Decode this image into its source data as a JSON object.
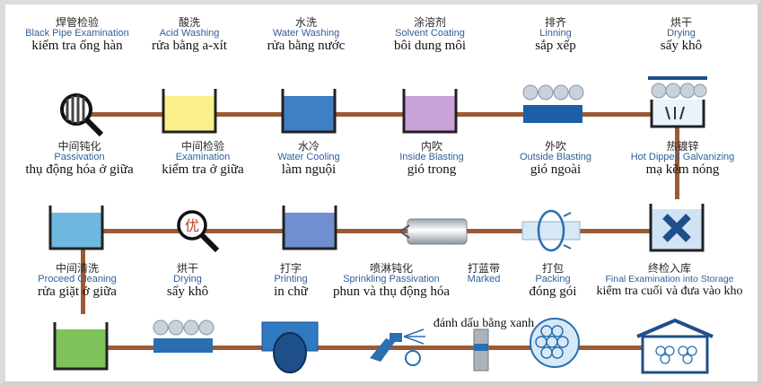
{
  "steps": [
    {
      "id": "black-pipe-examination",
      "cn": "焊管检验",
      "en": "Black Pipe Examination",
      "vi": "kiểm tra ống hàn",
      "icon": "magnifier-pipe-icon"
    },
    {
      "id": "acid-washing",
      "cn": "酸洗",
      "en": "Acid Washing",
      "vi": "rửa bằng a-xít",
      "icon": "acid-tank-icon"
    },
    {
      "id": "water-washing",
      "cn": "水洗",
      "en": "Water Washing",
      "vi": "rửa bằng nước",
      "icon": "water-tank-icon"
    },
    {
      "id": "solvent-coating",
      "cn": "涂溶剂",
      "en": "Solvent Coating",
      "vi": "bôi dung môi",
      "icon": "solvent-tank-icon"
    },
    {
      "id": "lining",
      "cn": "排齐",
      "en": "Linning",
      "vi": "sắp xếp",
      "icon": "pipe-rack-icon"
    },
    {
      "id": "drying-top",
      "cn": "烘干",
      "en": "Drying",
      "vi": "sấy khô",
      "icon": "dryer-icon"
    },
    {
      "id": "passivation",
      "cn": "中间钝化",
      "en": "Passivation",
      "vi": "thụ động hóa ở giữa",
      "icon": "passivation-tank-icon"
    },
    {
      "id": "examination-mid",
      "cn": "中间检验",
      "en": "Examination",
      "vi": "kiểm tra ở giữa",
      "icon": "magnifier-quality-icon",
      "badge": "优"
    },
    {
      "id": "water-cooling",
      "cn": "水冷",
      "en": "Water  Cooling",
      "vi": "làm nguội",
      "icon": "cooling-tank-icon"
    },
    {
      "id": "inside-blasting",
      "cn": "内吹",
      "en": "Inside Blasting",
      "vi": "gió trong",
      "icon": "inside-blast-pipe-icon"
    },
    {
      "id": "outside-blasting",
      "cn": "外吹",
      "en": "Outside Blasting",
      "vi": "gió ngoài",
      "icon": "outside-blast-ring-icon"
    },
    {
      "id": "hot-dipped-galvanizing",
      "cn": "热镀锌",
      "en": "Hot Dipped Galvanizing",
      "vi": "mạ kẽm nóng",
      "icon": "zinc-bath-icon"
    },
    {
      "id": "proceed-cleaning",
      "cn": "中间清洗",
      "en": "Proceed Cleaning",
      "vi": "rửa giặt ở giữa",
      "icon": "cleaning-tank-icon"
    },
    {
      "id": "drying-bottom",
      "cn": "烘干",
      "en": "Drying",
      "vi": "sấy khô",
      "icon": "drying-rack-icon"
    },
    {
      "id": "printing",
      "cn": "打字",
      "en": "Printing",
      "vi": "in chữ",
      "icon": "printer-icon"
    },
    {
      "id": "sprinkling-passivation",
      "cn": "喷淋钝化",
      "en": "Sprinkling Passivation",
      "vi": "phun và thụ động hóa",
      "icon": "spray-gun-icon"
    },
    {
      "id": "marked",
      "cn": "打蓝带",
      "en": "Marked",
      "vi": "đánh dấu bằng xanh",
      "icon": "marker-band-icon"
    },
    {
      "id": "packing",
      "cn": "打包",
      "en": "Packing",
      "vi": "đóng gói",
      "icon": "bundle-icon"
    },
    {
      "id": "final-examination",
      "cn": "终检入库",
      "en": "Final Examination into Storage",
      "vi": "kiểm tra cuối và đưa vào kho",
      "icon": "warehouse-icon"
    }
  ],
  "colors": {
    "pipe": "#9a5a36",
    "acid": "#fbf08a",
    "water": "#3f7fc6",
    "solvent": "#c9a2d9",
    "cooling": "#6f8fd0",
    "passivation": "#6fb8e0",
    "cleaning": "#7fc25a",
    "badge": "#c0392b"
  }
}
